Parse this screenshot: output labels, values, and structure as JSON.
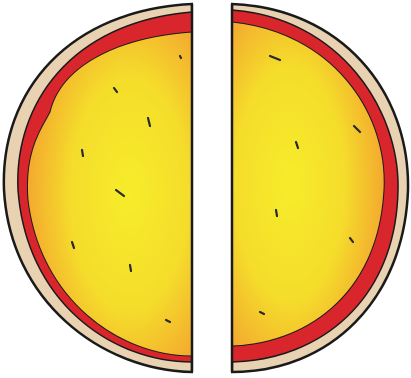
{
  "colors": {
    "background": "#ffffff",
    "outline": "#1a1a1a",
    "rim": "#e8d2b2",
    "red_layer": "#d8262c",
    "fill_center": "#f6ec2a",
    "fill_edge": "#f3a32f",
    "specks": "#2a2a2a"
  },
  "illustration": {
    "subject": "split-circle-illustration",
    "halves": [
      "left-half",
      "right-half"
    ]
  }
}
